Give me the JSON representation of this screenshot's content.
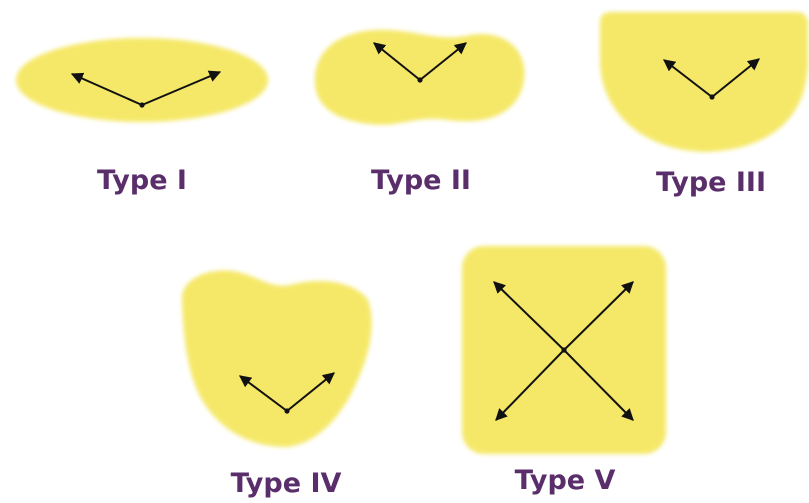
{
  "labels": {
    "type_1": "Type I",
    "type_2": "Type II",
    "type_3": "Type III",
    "type_4": "Type IV",
    "type_5": "Type V"
  },
  "colors": {
    "shape_fill": "#f5e868",
    "shape_glow": "#faf3b4",
    "label": "#5a2e6b",
    "arrow": "#111111"
  },
  "icons": {
    "arrow": "arrow-icon",
    "origin": "origin-dot-icon"
  }
}
